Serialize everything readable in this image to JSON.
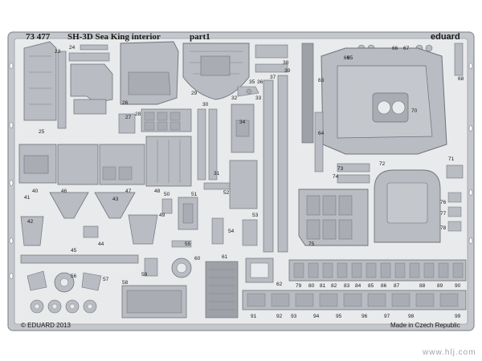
{
  "sheet": {
    "code": "73 477",
    "title": "SH-3D Sea King interior",
    "part": "part1",
    "brand": "eduard",
    "copyright": "© EDUARD 2013",
    "made_in": "Made in Czech Republic",
    "watermark": "www.hlj.com",
    "colors": {
      "fret": "#c4c7cc",
      "part_fill": "#b9bcc2",
      "part_line": "#6e7278",
      "background": "#ffffff"
    }
  },
  "part_numbers": [
    "23",
    "24",
    "25",
    "26",
    "27",
    "28",
    "29",
    "30",
    "31",
    "32",
    "33",
    "34",
    "35",
    "36",
    "37",
    "38",
    "39",
    "40",
    "41",
    "42",
    "43",
    "44",
    "45",
    "46",
    "47",
    "48",
    "49",
    "50",
    "51",
    "52",
    "53",
    "54",
    "55",
    "56",
    "57",
    "58",
    "59",
    "60",
    "61",
    "62",
    "63",
    "64",
    "65",
    "66",
    "67",
    "68",
    "69",
    "70",
    "71",
    "72",
    "73",
    "74",
    "75",
    "76",
    "77",
    "78",
    "79",
    "80",
    "81",
    "82",
    "83",
    "84",
    "85",
    "86",
    "87",
    "88",
    "89",
    "90",
    "91",
    "92",
    "93",
    "94",
    "95",
    "96",
    "97",
    "98",
    "99"
  ]
}
